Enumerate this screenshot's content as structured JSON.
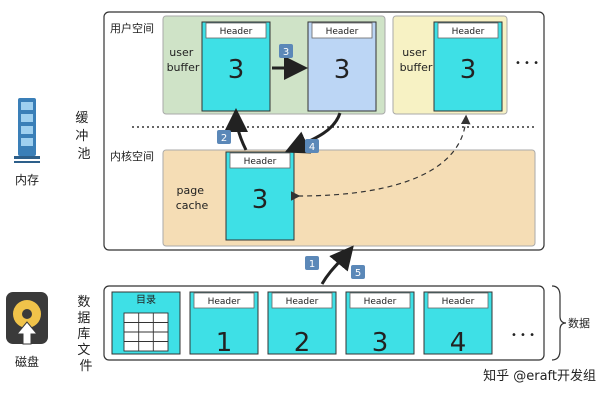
{
  "labels": {
    "memory_area": "缓冲池",
    "disk_area": "数据库文件",
    "memory": "内存",
    "disk": "磁盘",
    "user_space": "用户空间",
    "kernel_space": "内核空间",
    "data": "数据",
    "watermark": "知乎 @eraft开发组"
  },
  "user_buffers": [
    {
      "label": "user\nbuffer",
      "header": "Header",
      "value": "3",
      "header2": "Header",
      "value2": "3"
    },
    {
      "label": "user\nbuffer",
      "header": "Header",
      "value": "3"
    }
  ],
  "page_cache": {
    "label": "page\ncache",
    "header": "Header",
    "value": "3"
  },
  "catalog": {
    "title": "目录"
  },
  "disk_pages": [
    {
      "header": "Header",
      "value": "1"
    },
    {
      "header": "Header",
      "value": "2"
    },
    {
      "header": "Header",
      "value": "3"
    },
    {
      "header": "Header",
      "value": "4"
    }
  ],
  "steps": [
    "1",
    "2",
    "3",
    "4",
    "5"
  ],
  "ellipsis": "• • •",
  "colors": {
    "page": "#3ee0e6",
    "page_alt": "#bcd6f5",
    "user_green": "#cfe3c7",
    "user_yellow": "#f7f2c4",
    "cache": "#f5ddb5",
    "step_badge": "#5b88b8",
    "chip": "#ffffff"
  }
}
